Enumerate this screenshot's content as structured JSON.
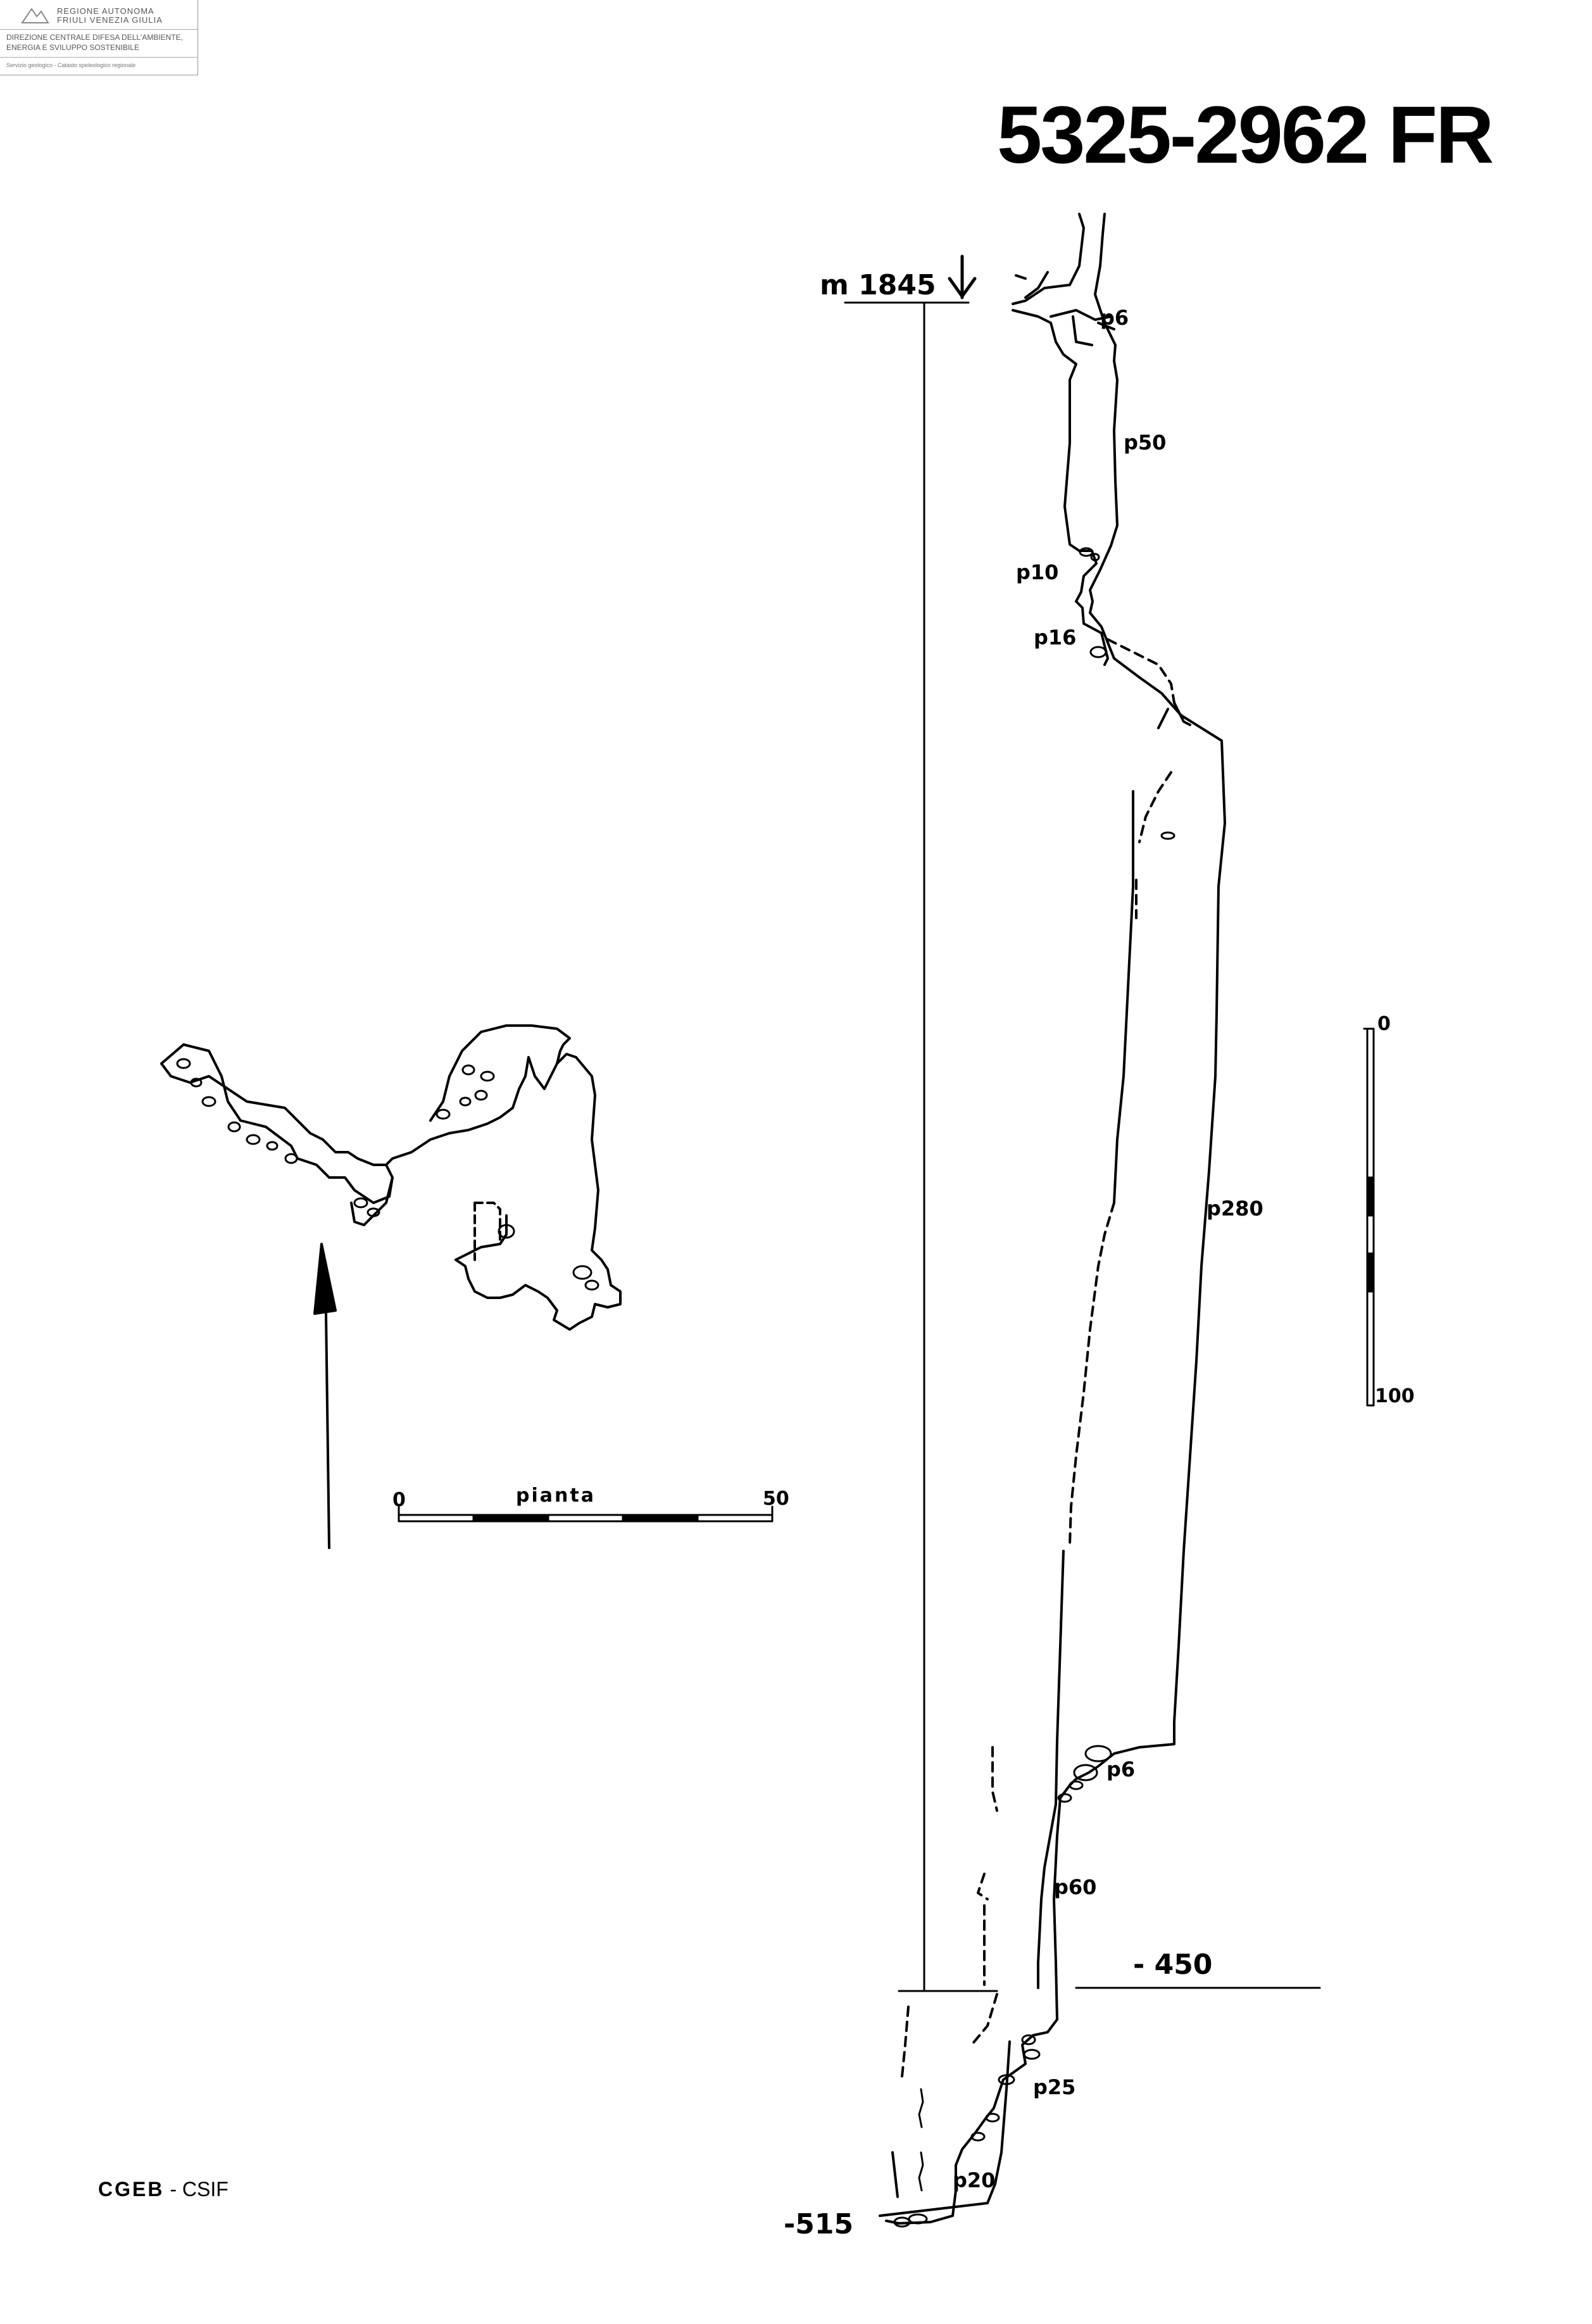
{
  "logo": {
    "line1": "REGIONE AUTONOMA",
    "line2": "FRIULI VENEZIA GIULIA",
    "line3": "DIREZIONE CENTRALE DIFESA DELL'AMBIENTE,",
    "line4": "ENERGIA E SVILUPPO SOSTENIBILE",
    "line5": "Servizio geologico - Catasto speleologico regionale"
  },
  "cave_id": "5325-2962 FR",
  "entrance_altitude": "m 1845",
  "pitches": {
    "p6_top": "p6",
    "p50": "p50",
    "p10": "p10",
    "p16": "p16",
    "p280": "p280",
    "p6_bottom": "p6",
    "p60": "p60",
    "p25": "p25",
    "p20": "p20"
  },
  "depths": {
    "level_450": "- 450",
    "bottom": "-515"
  },
  "section_scale": {
    "start": "0",
    "end": "100"
  },
  "plan_scale": {
    "start": "0",
    "label": "pianta",
    "end": "50"
  },
  "credit": {
    "primary": "CGEB",
    "secondary": "- CSIF"
  },
  "colors": {
    "ink": "#000000",
    "paper": "#ffffff"
  }
}
